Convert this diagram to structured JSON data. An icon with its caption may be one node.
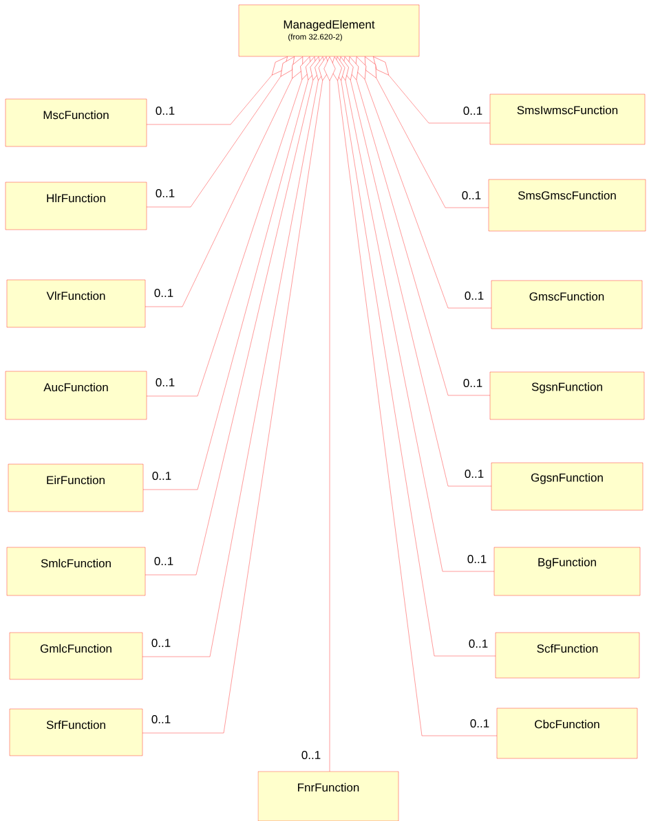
{
  "diagram": {
    "nodes": [
      {
        "text": [
          "ManagedElement",
          "(from 32.620-2)"
        ]
      },
      {
        "text": [
          "MscFunction"
        ]
      },
      {
        "text": [
          "HlrFunction"
        ]
      },
      {
        "text": [
          "VlrFunction"
        ]
      },
      {
        "text": [
          "AucFunction"
        ]
      },
      {
        "text": [
          "EirFunction"
        ]
      },
      {
        "text": [
          "SmlcFunction"
        ]
      },
      {
        "text": [
          "GmlcFunction"
        ]
      },
      {
        "text": [
          "SrfFunction"
        ]
      },
      {
        "text": [
          "SmsIwmscFunction"
        ]
      },
      {
        "text": [
          "SmsGmscFunction"
        ]
      },
      {
        "text": [
          "GmscFunction"
        ]
      },
      {
        "text": [
          "SgsnFunction"
        ]
      },
      {
        "text": [
          "GgsnFunction"
        ]
      },
      {
        "text": [
          "BgFunction"
        ]
      },
      {
        "text": [
          "ScfFunction"
        ]
      },
      {
        "text": [
          "CbcFunction"
        ]
      },
      {
        "text": [
          "FnrFunction"
        ]
      }
    ],
    "edges": [
      {
        "from": 1,
        "to": 0,
        "arrow": "other",
        "label": "0..1"
      },
      {
        "from": 2,
        "to": 0,
        "arrow": "other",
        "label": "0..1"
      },
      {
        "from": 3,
        "to": 0,
        "arrow": "other",
        "label": "0..1"
      },
      {
        "from": 4,
        "to": 0,
        "arrow": "other",
        "label": "0..1"
      },
      {
        "from": 5,
        "to": 0,
        "arrow": "other",
        "label": "0..1"
      },
      {
        "from": 6,
        "to": 0,
        "arrow": "other",
        "label": "0..1"
      },
      {
        "from": 7,
        "to": 0,
        "arrow": "other",
        "label": "0..1"
      },
      {
        "from": 8,
        "to": 0,
        "arrow": "other",
        "label": "0..1"
      },
      {
        "from": 9,
        "to": 0,
        "arrow": "other",
        "label": "0..1"
      },
      {
        "from": 10,
        "to": 0,
        "arrow": "other",
        "label": "0..1"
      },
      {
        "from": 11,
        "to": 0,
        "arrow": "other",
        "label": "0..1"
      },
      {
        "from": 12,
        "to": 0,
        "arrow": "other",
        "label": "0..1"
      },
      {
        "from": 13,
        "to": 0,
        "arrow": "other",
        "label": "0..1"
      },
      {
        "from": 14,
        "to": 0,
        "arrow": "other",
        "label": "0..1"
      },
      {
        "from": 15,
        "to": 0,
        "arrow": "other",
        "label": "0..1"
      },
      {
        "from": 16,
        "to": 0,
        "arrow": "other",
        "label": "0..1"
      },
      {
        "from": 17,
        "to": 0,
        "arrow": "other",
        "label": "0..1"
      }
    ]
  }
}
